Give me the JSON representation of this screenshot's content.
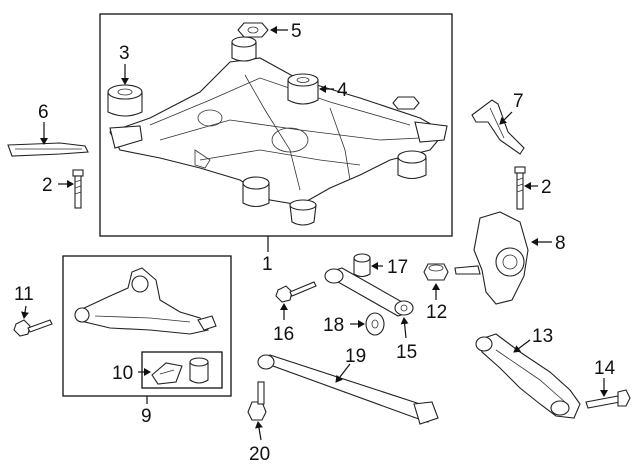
{
  "callouts": {
    "c1": "1",
    "c2a": "2",
    "c2b": "2",
    "c3": "3",
    "c4": "4",
    "c5": "5",
    "c6": "6",
    "c7": "7",
    "c8": "8",
    "c9": "9",
    "c10": "10",
    "c11": "11",
    "c12": "12",
    "c13": "13",
    "c14": "14",
    "c15": "15",
    "c16": "16",
    "c17": "17",
    "c18": "18",
    "c19": "19",
    "c20": "20"
  },
  "colors": {
    "line": "#111111",
    "background": "#ffffff"
  }
}
